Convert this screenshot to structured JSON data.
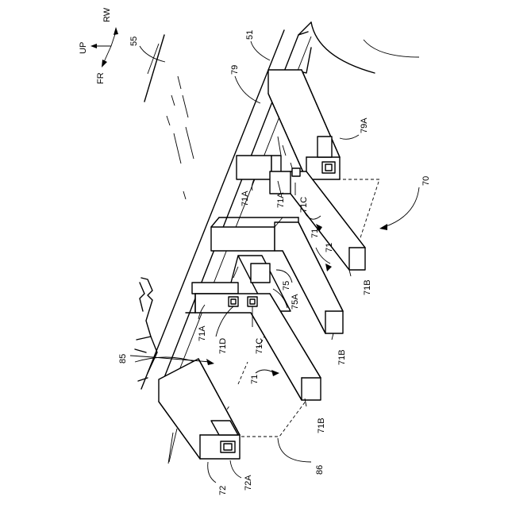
{
  "orientation": {
    "up": "UP",
    "rw": "RW",
    "fr": "FR"
  },
  "labels": {
    "l55": "55",
    "l51": "51",
    "l79": "79",
    "l79A": "79A",
    "l70": "70",
    "l71A_1": "71A",
    "l71A_2": "71A",
    "l71A_3": "71A",
    "l71C_1": "71C",
    "l71C_2": "71C",
    "l71_1": "71",
    "l71_2": "71",
    "l71_3": "71",
    "l75": "75",
    "l75A": "75A",
    "l71D": "71D",
    "l71B_1": "71B",
    "l71B_2": "71B",
    "l71B_3": "71B",
    "l85": "85",
    "l86": "86",
    "l72": "72",
    "l72A": "72A"
  }
}
